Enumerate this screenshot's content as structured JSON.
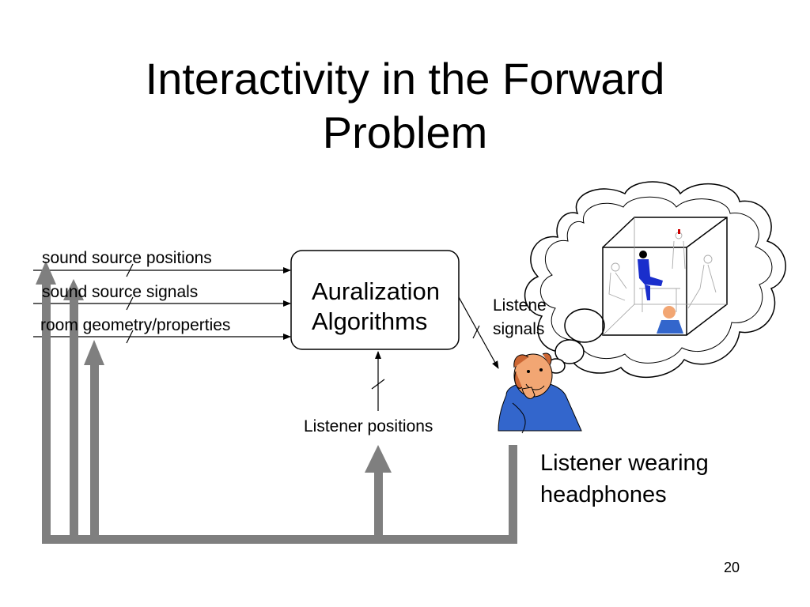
{
  "slide": {
    "title_line1": "Interactivity in the Forward",
    "title_line2": "Problem",
    "page_number": "20"
  },
  "inputs": [
    {
      "label": "sound source positions"
    },
    {
      "label": "sound source signals"
    },
    {
      "label": "room geometry/properties"
    }
  ],
  "processor": {
    "line1": "Auralization",
    "line2": "Algorithms"
  },
  "listener_positions_label": "Listener positions",
  "listener_signals_label_line1": "Listene",
  "listener_signals_label_line2": "signals",
  "caption": {
    "line1": "Listener wearing",
    "line2": "headphones"
  },
  "colors": {
    "feedback_arrow": "#7f7f7f",
    "figure_shirt": "#3366cc",
    "figure_skin": "#f2a673",
    "figure_hair": "#cc6633"
  },
  "icons": [
    "thinking-cloud-icon",
    "room-cube-icon",
    "listener-figure-icon"
  ]
}
